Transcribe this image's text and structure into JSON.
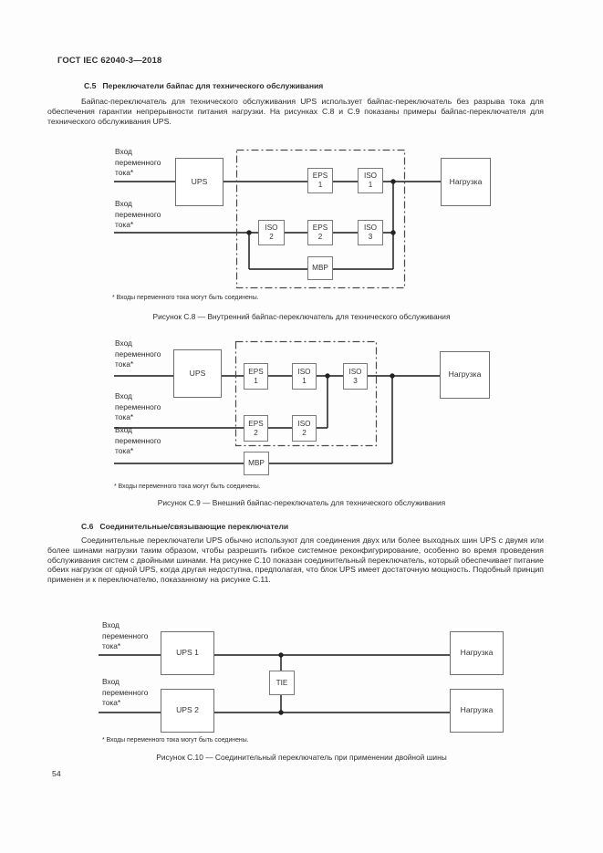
{
  "colors": {
    "paper": "#fdfdfd",
    "ink": "#2d2d2d",
    "wire": "#383838",
    "box_border": "#7a7a7a"
  },
  "document": {
    "header": "ГОСТ IEC 62040-3—2018",
    "page_number": "54"
  },
  "section_c5": {
    "number": "С.5",
    "title": "Переключатели байпас для технического обслуживания",
    "body": "Байпас-переключатель для технического обслуживания UPS использует байпас-переключатель без разрыва тока для обеспечения гарантии непрерывности питания нагрузки. На рисунках С.8 и С.9 показаны примеры байпас-переключателя для технического обслуживания UPS."
  },
  "section_c6": {
    "number": "С.6",
    "title": "Соединительные/связывающие переключатели",
    "body": "Соединительные переключатели UPS обычно используют для соединения двух или более выходных шин UPS с двумя или более шинами нагрузки таким образом, чтобы разрешить гибкое системное реконфигурирование, особенно во время проведения обслуживания систем с двойными шинами. На рисунке С.10 показан соединительный переключатель, который обеспечивает питание обеих нагрузок от одной UPS, когда другая недоступна, предполагая, что блок UPS имеет достаточную мощность. Подобный принцип применен и к переключателю, показанному на рисунке С.11."
  },
  "input_label": {
    "line1": "Вход",
    "line2": "переменного",
    "line3": "тока*"
  },
  "footnote": "* Входы переменного тока могут быть соединены.",
  "figure_c8": {
    "caption": "Рисунок С.8 — Внутренний байпас-переключатель для технического обслуживания",
    "blocks": {
      "ups": "UPS",
      "eps1_top": "EPS",
      "eps1_num": "1",
      "iso1_top": "ISO",
      "iso1_num": "1",
      "iso2_top": "ISO",
      "iso2_num": "2",
      "eps2_top": "EPS",
      "eps2_num": "2",
      "iso3_top": "ISO",
      "iso3_num": "3",
      "mbp": "MBP",
      "load": "Нагрузка"
    }
  },
  "figure_c9": {
    "caption": "Рисунок С.9 — Внешний байпас-переключатель для технического обслуживания",
    "blocks": {
      "ups": "UPS",
      "eps1_top": "EPS",
      "eps1_num": "1",
      "iso1_top": "ISO",
      "iso1_num": "1",
      "iso3_top": "ISO",
      "iso3_num": "3",
      "eps2_top": "EPS",
      "eps2_num": "2",
      "iso2_top": "ISO",
      "iso2_num": "2",
      "mbp": "MBP",
      "load": "Нагрузка"
    }
  },
  "figure_c10": {
    "caption": "Рисунок С.10 — Соединительный переключатель при применении двойной шины",
    "blocks": {
      "ups1": "UPS 1",
      "ups2": "UPS 2",
      "tie": "TIE",
      "load1": "Нагрузка",
      "load2": "Нагрузка"
    }
  }
}
